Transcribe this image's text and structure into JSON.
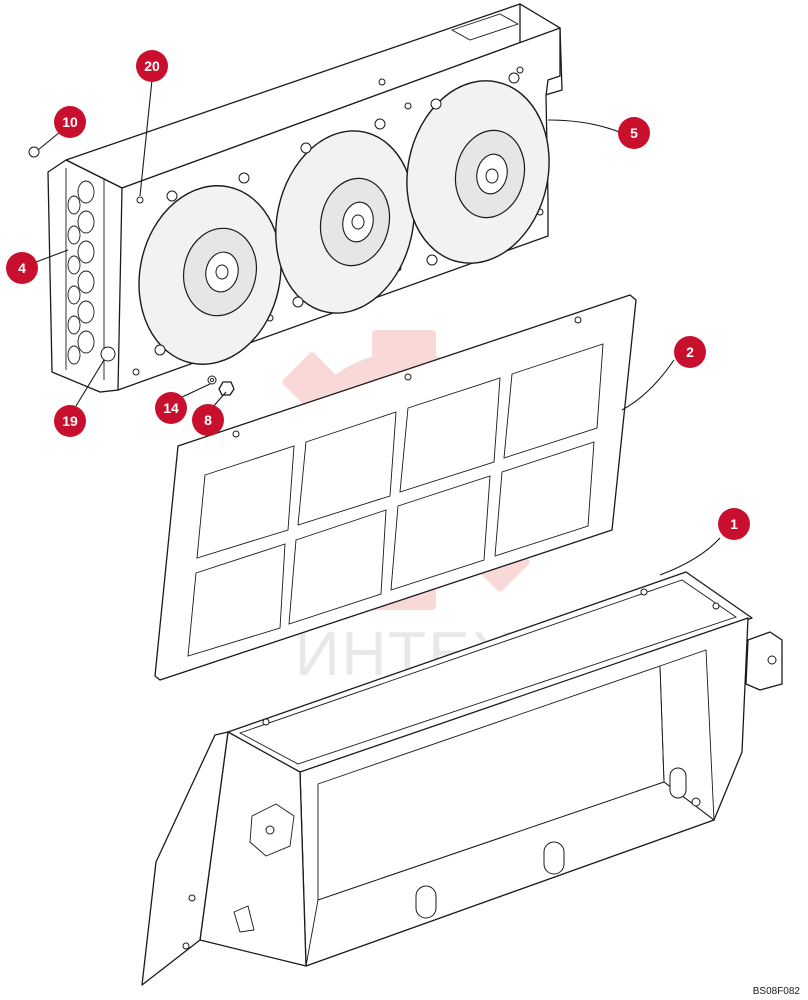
{
  "watermark": {
    "text": "ИНТЕХ",
    "color": "#f5b9b9"
  },
  "drawing_code": "BS08F082",
  "accent_color": "#c8102e",
  "callouts": [
    {
      "id": "callout-20",
      "label": "20"
    },
    {
      "id": "callout-10",
      "label": "10"
    },
    {
      "id": "callout-5",
      "label": "5"
    },
    {
      "id": "callout-4",
      "label": "4"
    },
    {
      "id": "callout-2",
      "label": "2"
    },
    {
      "id": "callout-14",
      "label": "14"
    },
    {
      "id": "callout-8",
      "label": "8"
    },
    {
      "id": "callout-19",
      "label": "19"
    },
    {
      "id": "callout-1",
      "label": "1"
    }
  ],
  "parts": {
    "fan_count": 3,
    "grille_openings": 8
  }
}
